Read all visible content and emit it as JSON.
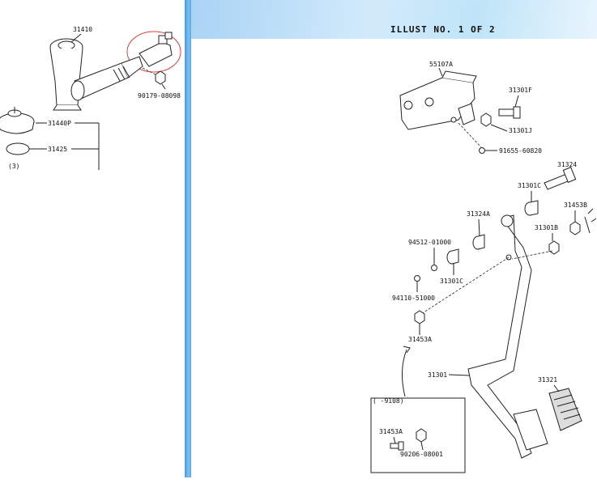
{
  "header": {
    "title": "ILLUST NO. 1 OF 2"
  },
  "left_labels": {
    "p31410": "31410",
    "p90179": "90179-08098",
    "p31440p": "31440P",
    "p31425": "31425",
    "p_cut": "(3)"
  },
  "main_labels": {
    "p55107a": "55107A",
    "p31301f": "31301F",
    "p31301j": "31301J",
    "p91655": "91655-60820",
    "p31324": "31324",
    "p31301c_a": "31301C",
    "p31453b": "31453B",
    "p31324a": "31324A",
    "p31301b": "31301B",
    "p94512": "94512-01000",
    "p31301c_b": "31301C",
    "p94110": "94110-51000",
    "p31453a": "31453A",
    "p31301": "31301",
    "p31321": "31321",
    "box_heading": "(   -9108)",
    "box_31453a": "31453A",
    "box_90206": "90206-08001"
  }
}
